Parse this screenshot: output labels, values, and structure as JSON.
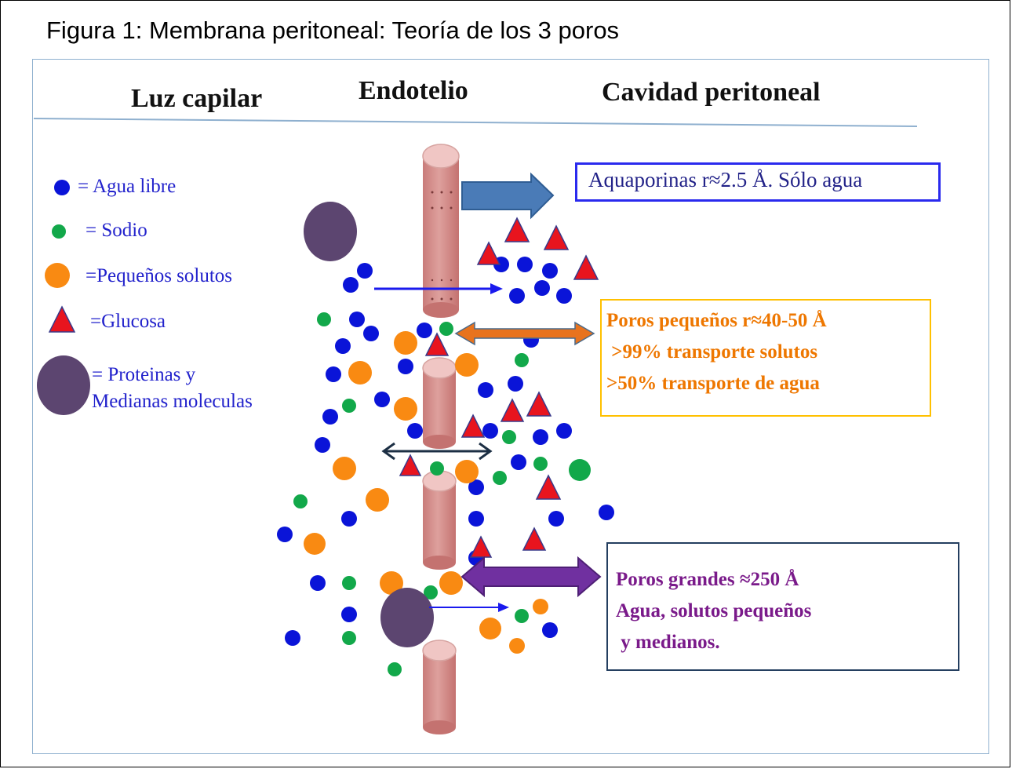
{
  "figure": {
    "title": "Figura 1: Membrana peritoneal: Teoría de los 3 poros"
  },
  "headers": {
    "left": "Luz capilar",
    "center": "Endotelio",
    "right": "Cavidad peritoneal"
  },
  "legend": {
    "water": "= Agua libre",
    "sodium": "= Sodio",
    "small_solutes": "=Pequeños solutos",
    "glucose": "=Glucosa",
    "proteins_line1": "= Proteinas y",
    "proteins_line2": "Medianas moleculas"
  },
  "boxes": {
    "aquaporins": "Aquaporinas r≈2.5 Å. Sólo agua",
    "small_pores": [
      "Poros pequeños r≈40-50 Å",
      " >99% transporte solutos",
      ">50% transporte de agua"
    ],
    "large_pores": [
      "Poros grandes ≈250 Å",
      "Agua, solutos pequeños",
      " y medianos."
    ]
  },
  "colors": {
    "water": "#0a14d8",
    "sodium": "#12a84a",
    "small_solute": "#f98a12",
    "glucose": "#e8141e",
    "protein": "#5c4570",
    "endothelium": "#d8928f",
    "arrow_aquaporin": "#4a7bb7",
    "arrow_small_pore": "#e8731e",
    "arrow_large_pore": "#7030a0"
  }
}
